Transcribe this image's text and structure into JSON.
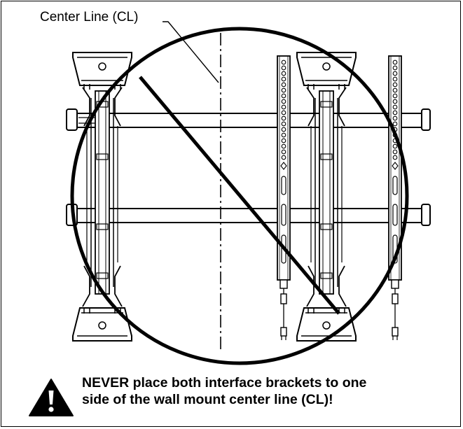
{
  "center_line_label": "Center Line (CL)",
  "warning": {
    "line1": "NEVER place both interface brackets to one",
    "line2": "side of the wall mount center line (CL)!"
  },
  "colors": {
    "ink": "#000000",
    "background": "#ffffff"
  },
  "icons": {
    "warning": "warning-triangle-icon",
    "prohibition": "prohibition-circle-icon"
  }
}
